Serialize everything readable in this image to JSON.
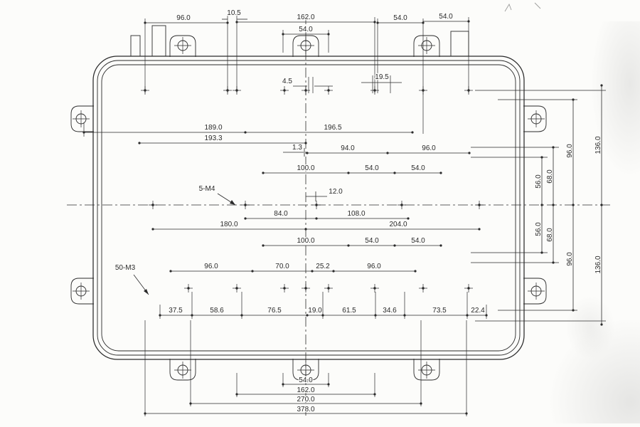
{
  "colors": {
    "ink": "#2a2a2a",
    "background": "#fcfcfa"
  },
  "dim_labels": [
    {
      "t": "96.0"
    },
    {
      "t": "10.5"
    },
    {
      "t": "162.0"
    },
    {
      "t": "54.0"
    },
    {
      "t": "54.0"
    },
    {
      "t": "54.0"
    },
    {
      "t": "4.5"
    },
    {
      "t": "19.5"
    },
    {
      "t": "189.0"
    },
    {
      "t": "196.5"
    },
    {
      "t": "193.3"
    },
    {
      "t": "1.3"
    },
    {
      "t": "94.0"
    },
    {
      "t": "96.0"
    },
    {
      "t": "100.0"
    },
    {
      "t": "54.0"
    },
    {
      "t": "54.0"
    },
    {
      "t": "5-M4"
    },
    {
      "t": "12.0"
    },
    {
      "t": "84.0"
    },
    {
      "t": "108.0"
    },
    {
      "t": "180.0"
    },
    {
      "t": "204.0"
    },
    {
      "t": "100.0"
    },
    {
      "t": "54.0"
    },
    {
      "t": "54.0"
    },
    {
      "t": "50-M3"
    },
    {
      "t": "96.0"
    },
    {
      "t": "70.0"
    },
    {
      "t": "25.2"
    },
    {
      "t": "96.0"
    },
    {
      "t": "37.5"
    },
    {
      "t": "58.6"
    },
    {
      "t": "76.5"
    },
    {
      "t": "19.0"
    },
    {
      "t": "61.5"
    },
    {
      "t": "34.6"
    },
    {
      "t": "73.5"
    },
    {
      "t": "22.4"
    },
    {
      "t": "56.0"
    },
    {
      "t": "68.0"
    },
    {
      "t": "96.0"
    },
    {
      "t": "136.0"
    },
    {
      "t": "56.0"
    },
    {
      "t": "68.0"
    },
    {
      "t": "96.0"
    },
    {
      "t": "136.0"
    },
    {
      "t": "54.0"
    },
    {
      "t": "162.0"
    },
    {
      "t": "270.0"
    },
    {
      "t": "378.0"
    }
  ]
}
